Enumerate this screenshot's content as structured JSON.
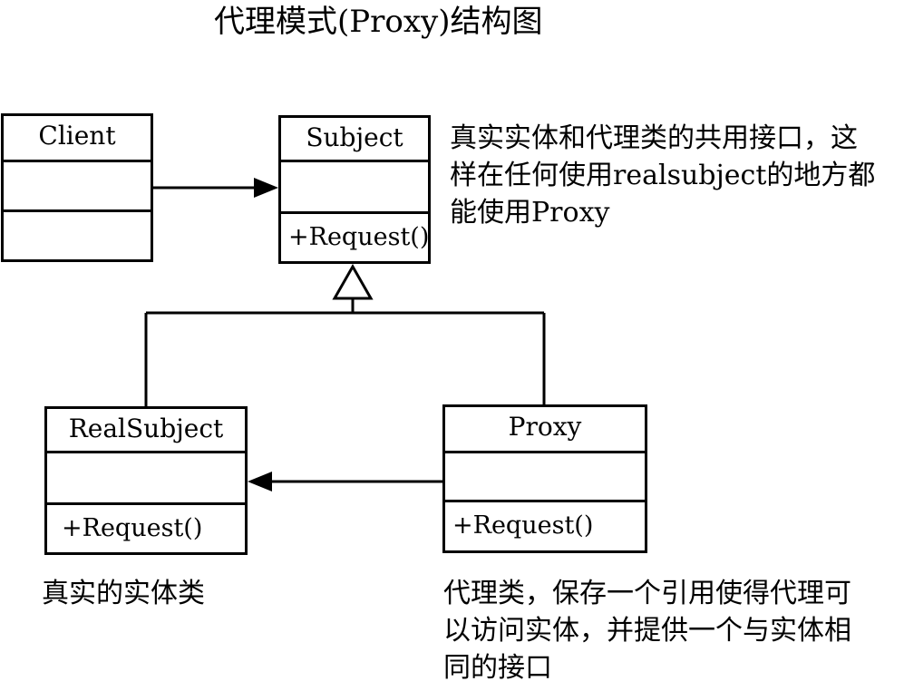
{
  "title": "代理模式(Proxy)结构图",
  "classes": {
    "client": {
      "name": "Client",
      "operation": ""
    },
    "subject": {
      "name": "Subject",
      "operation": "+Request()"
    },
    "real_subject": {
      "name": "RealSubject",
      "operation": "+Request()"
    },
    "proxy": {
      "name": "Proxy",
      "operation": "+Request()"
    }
  },
  "notes": {
    "subject_note": [
      "真实实体和代理类的共用接口，这",
      "样在任何使用realsubject的地方都",
      "能使用Proxy"
    ],
    "real_subject_note": [
      "真实的实体类"
    ],
    "proxy_note": [
      "代理类，保存一个引用使得代理可",
      "以访问实体，并提供一个与实体相",
      "同的接口"
    ]
  },
  "colors": {
    "line": "#000000",
    "background": "#ffffff"
  }
}
